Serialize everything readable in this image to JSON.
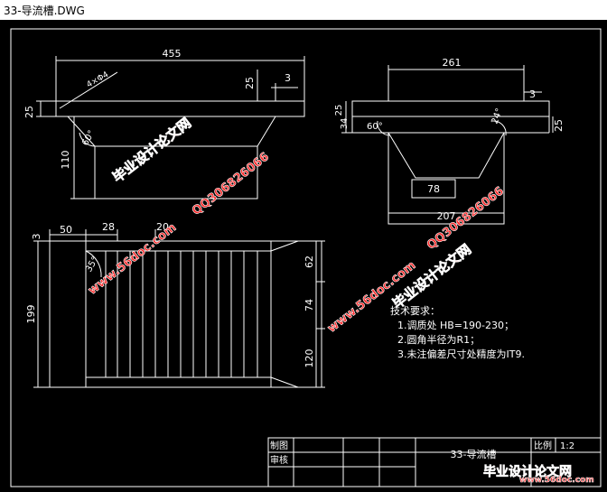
{
  "window": {
    "title": "33-导流槽.DWG"
  },
  "drawing": {
    "dims": {
      "front_width": "455",
      "front_left": "25",
      "front_mid": "25",
      "front_small": "3",
      "front_height": "110",
      "front_angle": "60°",
      "hole_note": "4×Φ4",
      "side_top": "261",
      "side_right": "3",
      "side_left_a": "25",
      "side_left_b": "34",
      "side_left_c": "25",
      "side_angle_l": "60°",
      "side_angle_r": "24°",
      "side_inner": "78",
      "side_bottom": "207",
      "top_50": "50",
      "top_28": "28",
      "top_20": "20",
      "top_3": "3",
      "top_199": "199",
      "top_angle": "35°",
      "top_62": "62",
      "top_74": "74",
      "top_120": "120"
    },
    "notes": {
      "title": "技术要求：",
      "line1": "1.调质处 HB=190-230；",
      "line2": "2.圆角半径为R1；",
      "line3": "3.未注偏差尺寸处精度为IT9."
    },
    "title_block": {
      "draw": "制图",
      "check": "审核",
      "name": "33-导流槽",
      "scale_label": "比例",
      "scale_value": "1:2"
    }
  },
  "watermarks": {
    "w1": "毕业设计论文网",
    "w2": "QQ306826066",
    "w3": "www.56doc.com",
    "w4": "毕业设计论文网",
    "w5": "QQ306826066",
    "w6": "www.56doc.com",
    "w7": "毕业设计论文网",
    "w8": "www.56doc.com"
  }
}
